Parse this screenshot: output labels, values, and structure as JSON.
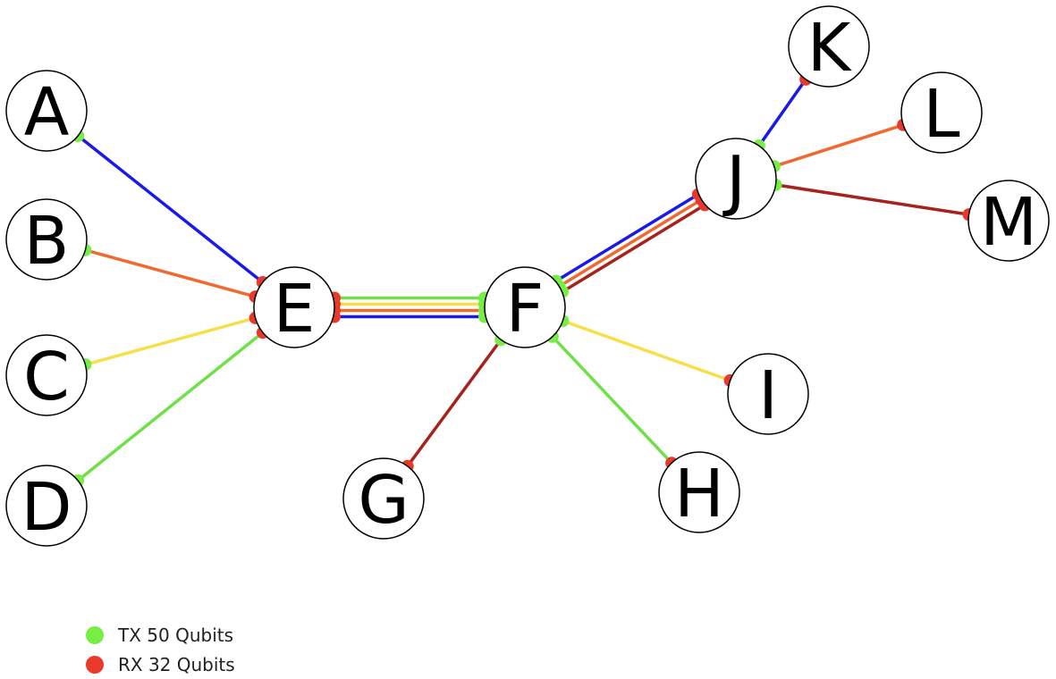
{
  "colors": {
    "tx": "#77ee44",
    "rx": "#e8392a",
    "blue": "#1a1ae6",
    "orange": "#ee6a30",
    "yellow": "#f6e04a",
    "green": "#70e048",
    "darkred": "#a5231c"
  },
  "nodes": [
    {
      "id": "A",
      "label": "A"
    },
    {
      "id": "B",
      "label": "B"
    },
    {
      "id": "C",
      "label": "C"
    },
    {
      "id": "D",
      "label": "D"
    },
    {
      "id": "E",
      "label": "E"
    },
    {
      "id": "F",
      "label": "F"
    },
    {
      "id": "G",
      "label": "G"
    },
    {
      "id": "H",
      "label": "H"
    },
    {
      "id": "I",
      "label": "I"
    },
    {
      "id": "J",
      "label": "J"
    },
    {
      "id": "K",
      "label": "K"
    },
    {
      "id": "L",
      "label": "L"
    },
    {
      "id": "M",
      "label": "M"
    }
  ],
  "links": [
    {
      "from": "A",
      "to": "E",
      "color": "blue"
    },
    {
      "from": "B",
      "to": "E",
      "color": "orange"
    },
    {
      "from": "C",
      "to": "E",
      "color": "yellow"
    },
    {
      "from": "D",
      "to": "E",
      "color": "green"
    },
    {
      "from": "F",
      "to": "E",
      "color": "blue"
    },
    {
      "from": "F",
      "to": "E",
      "color": "orange"
    },
    {
      "from": "F",
      "to": "E",
      "color": "yellow"
    },
    {
      "from": "F",
      "to": "E",
      "color": "green"
    },
    {
      "from": "F",
      "to": "G",
      "color": "darkred"
    },
    {
      "from": "F",
      "to": "H",
      "color": "green"
    },
    {
      "from": "F",
      "to": "I",
      "color": "yellow"
    },
    {
      "from": "F",
      "to": "J",
      "color": "blue"
    },
    {
      "from": "F",
      "to": "J",
      "color": "orange"
    },
    {
      "from": "F",
      "to": "J",
      "color": "darkred"
    },
    {
      "from": "J",
      "to": "K",
      "color": "blue"
    },
    {
      "from": "J",
      "to": "L",
      "color": "orange"
    },
    {
      "from": "J",
      "to": "M",
      "color": "darkred"
    }
  ],
  "legend": {
    "tx_label": "TX 50 Qubits",
    "rx_label": "RX 32 Qubits"
  }
}
